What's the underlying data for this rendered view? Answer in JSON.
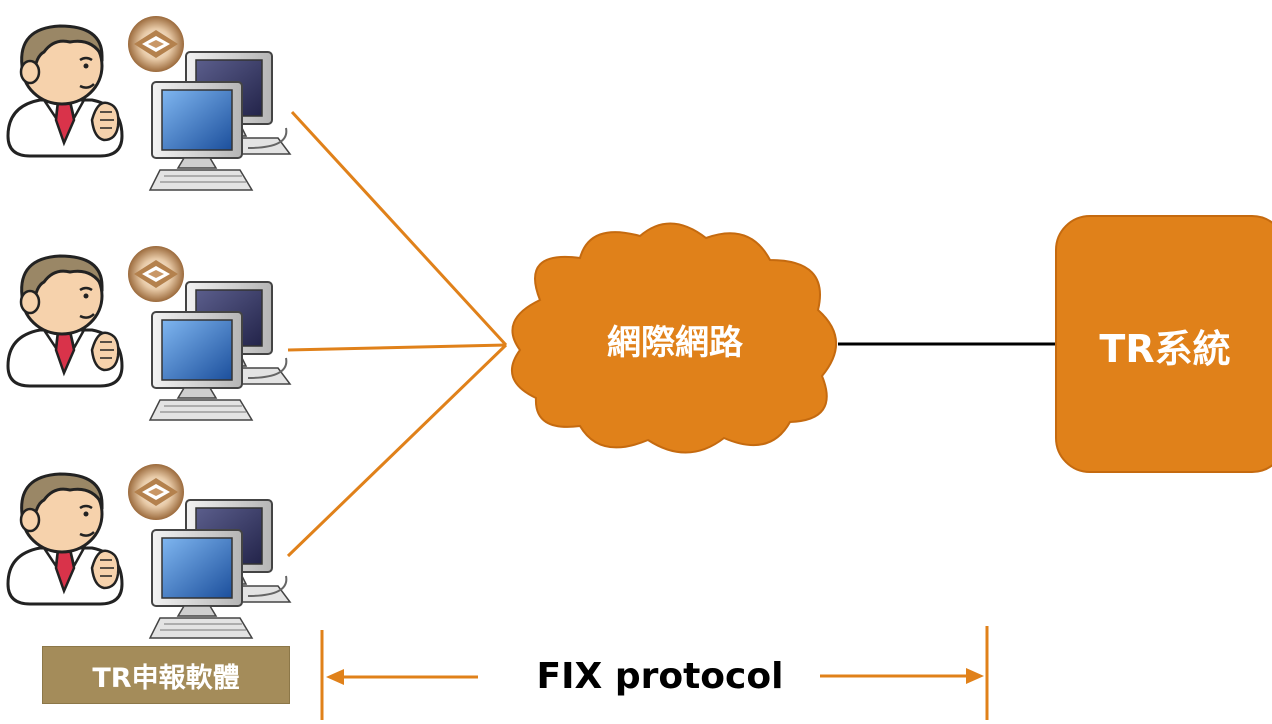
{
  "colors": {
    "accent": "#e0811a",
    "accent_dark": "#c56a0f",
    "label_box": "#a48c5a",
    "link_line": "#000000"
  },
  "clients": {
    "count": 3,
    "icons": [
      "user-icon",
      "computer-icon",
      "bank-logo-icon"
    ]
  },
  "client_software_label": "TR申報軟體",
  "network_label": "網際網路",
  "system_label": "TR系統",
  "protocol_label": "FIX protocol"
}
